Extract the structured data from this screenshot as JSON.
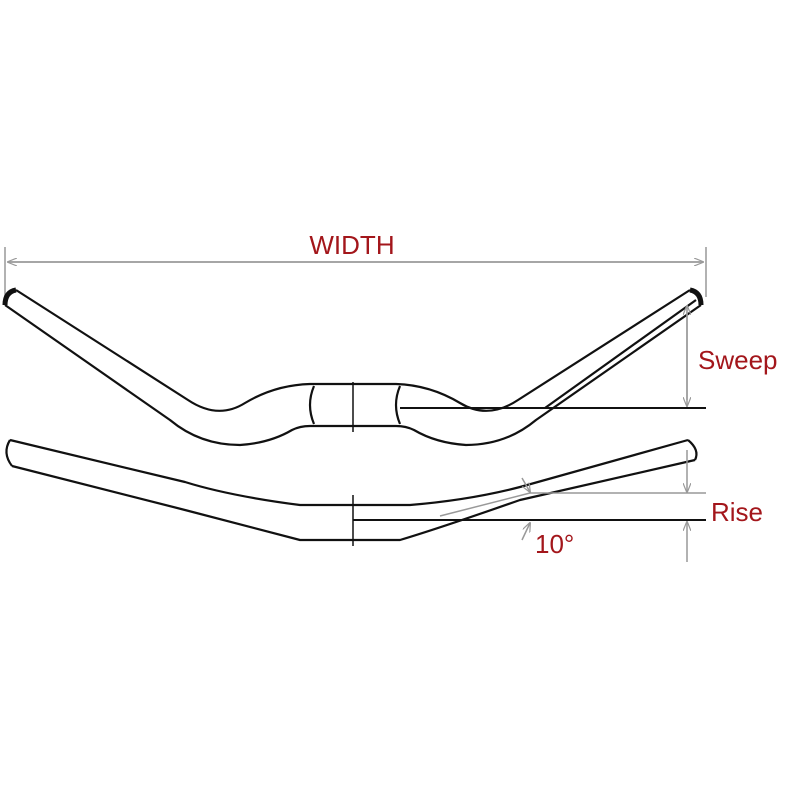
{
  "title": "Handlebar dimensions",
  "labels": {
    "width": "WIDTH",
    "sweep": "Sweep",
    "rise": "Rise",
    "angle": "10°"
  },
  "colors": {
    "label": "#a3161b",
    "outline": "#111111",
    "dimension": "#999999"
  }
}
